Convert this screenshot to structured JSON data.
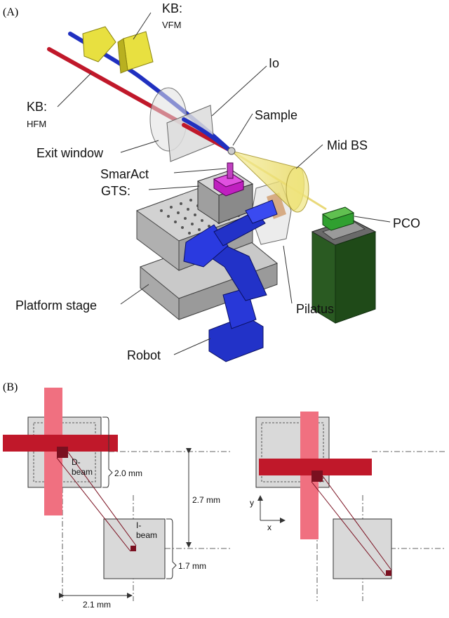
{
  "panel_a": {
    "tag": "(A)",
    "labels": {
      "kb_vfm_line1": "KB:",
      "kb_vfm_line2": "VFM",
      "io": "Io",
      "kb_hfm_line1": "KB:",
      "kb_hfm_line2": "HFM",
      "sample": "Sample",
      "mid_bs": "Mid BS",
      "exit_window": "Exit window",
      "smaract": "SmarAct",
      "gts": "GTS:",
      "pco": "PCO",
      "platform_stage": "Platform stage",
      "pilatus": "Pilatus",
      "robot": "Robot"
    }
  },
  "panel_b": {
    "tag": "(B)",
    "d_beam_line1": "D-",
    "d_beam_line2": "beam",
    "i_beam_line1": "I-",
    "i_beam_line2": "beam",
    "dim_2_0": "2.0 mm",
    "dim_2_7": "2.7 mm",
    "dim_1_7": "1.7 mm",
    "dim_2_1": "2.1 mm",
    "axis_y": "y",
    "axis_x": "x"
  },
  "colors": {
    "beam_red": "#c0182a",
    "beam_pink": "#f07080",
    "beam_blue": "#2030c0",
    "mirror_yellow": "#e8e040",
    "robot_blue": "#2232c8",
    "platform_grey": "#b8b8b8",
    "detector_green": "#2a5a22",
    "sample_square": "#d9d9d9",
    "dark_red_square": "#7a1020"
  }
}
